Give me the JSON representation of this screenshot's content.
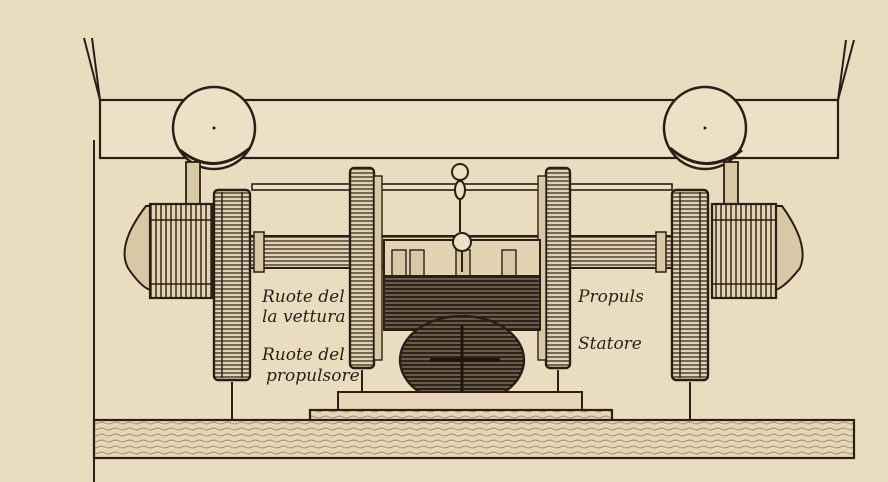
{
  "figure": {
    "labels": {
      "ruote_vettura_line1": "Ruote del",
      "ruote_vettura_line2": "la vettura",
      "ruote_propulsore_line1": "Ruote del",
      "ruote_propulsore_line2": "propulsore",
      "propuls": "Propuls",
      "statore": "Statore"
    },
    "colors": {
      "paper": "#e9dcc0",
      "ink": "#2a1f14"
    }
  }
}
